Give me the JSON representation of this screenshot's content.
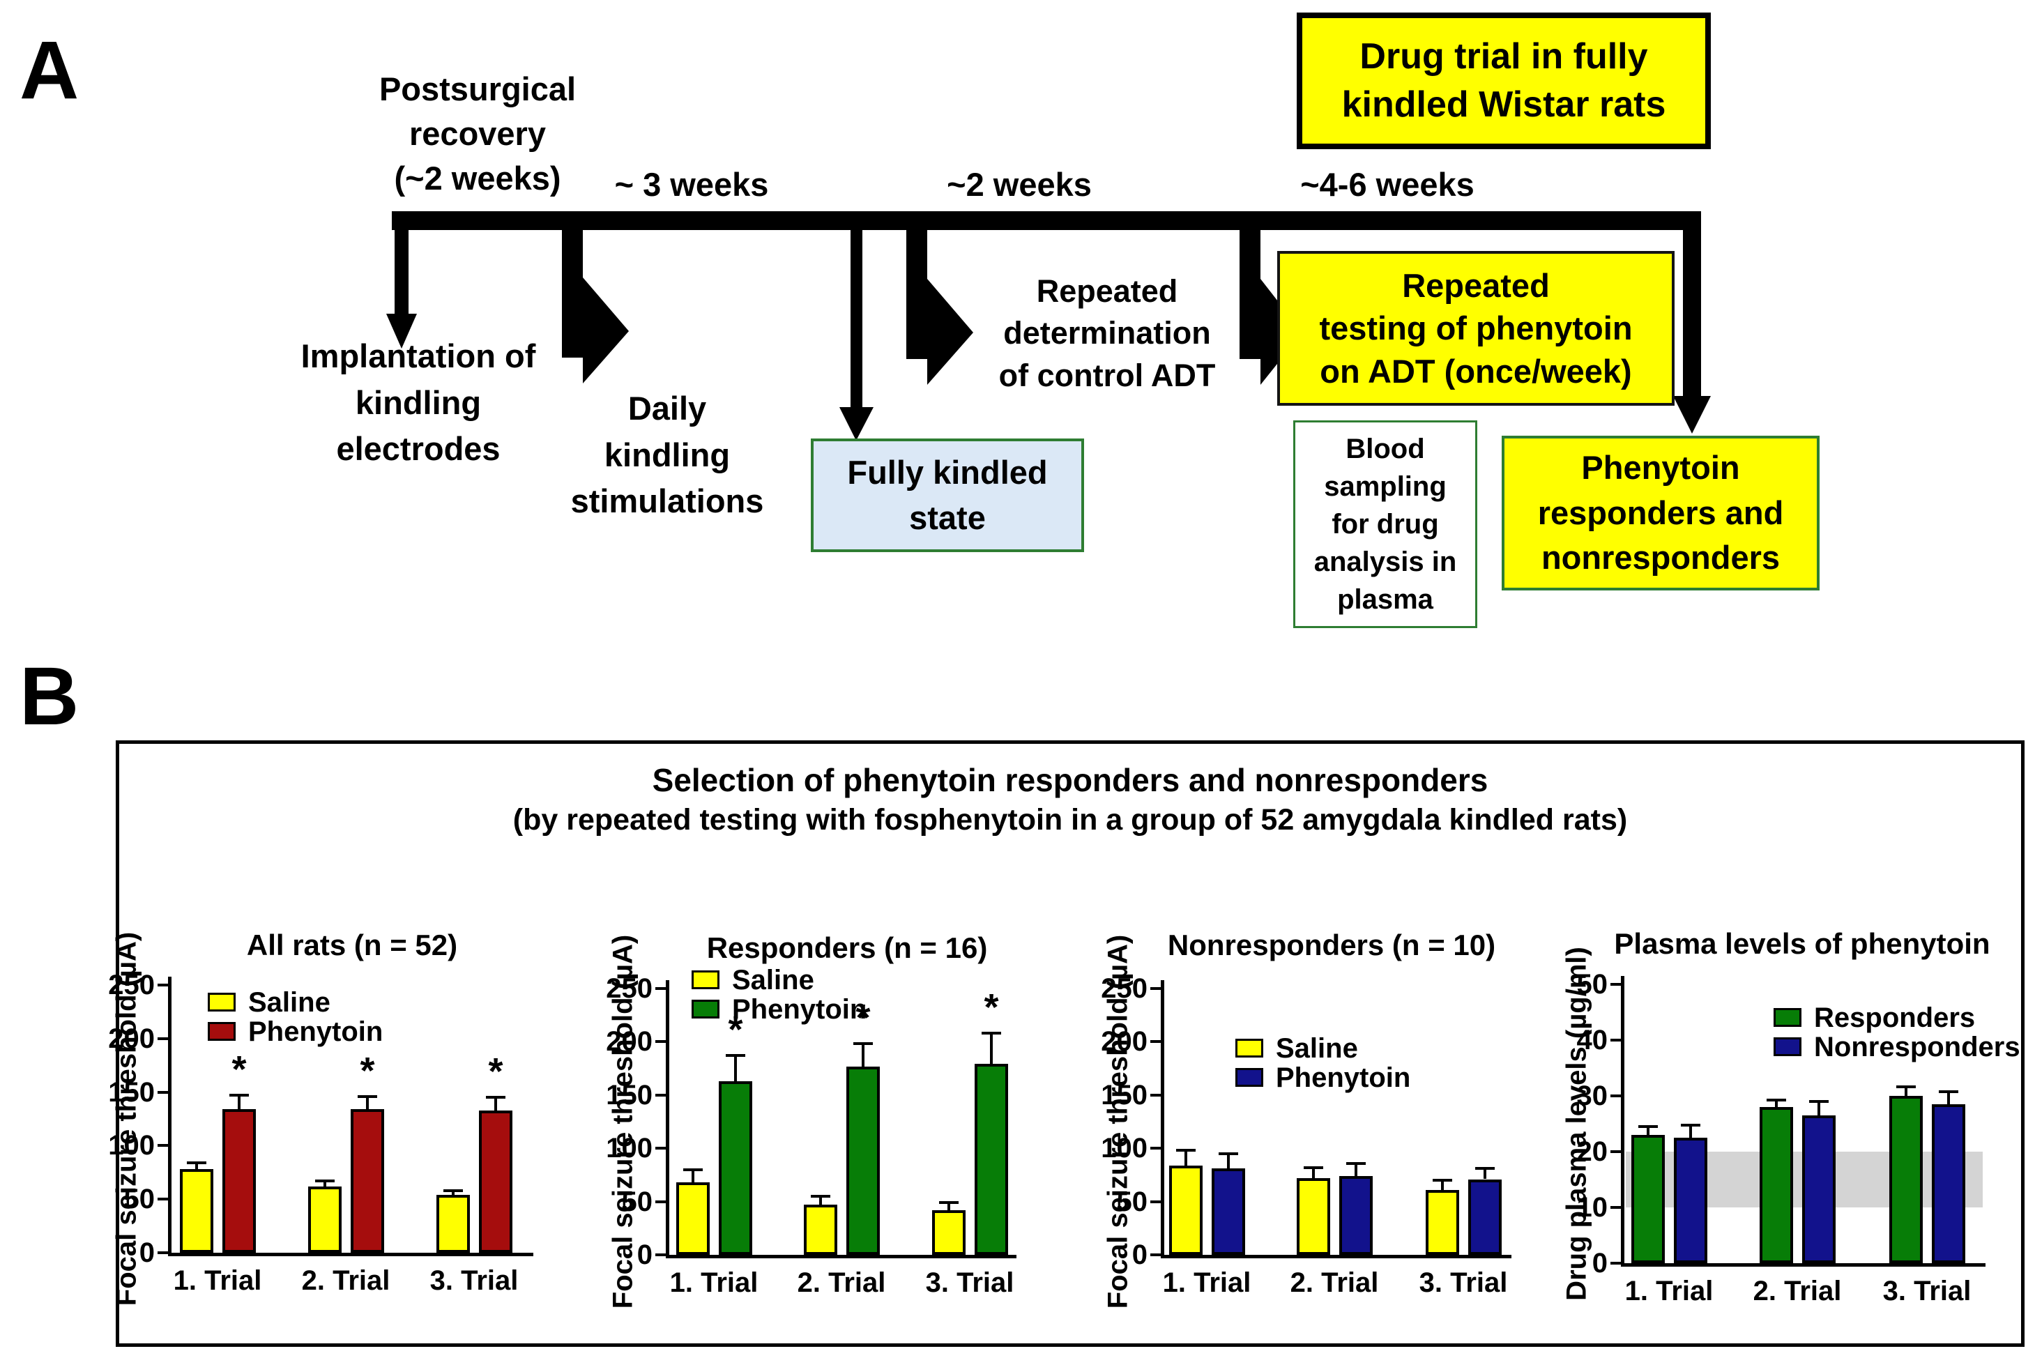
{
  "panel_a": {
    "label": "A",
    "postsurgical": {
      "lines": [
        "Postsurgical",
        "recovery",
        "(~2 weeks)"
      ]
    },
    "durations": [
      "~ 3 weeks",
      "~2 weeks",
      "~4-6 weeks"
    ],
    "title_box": {
      "lines": [
        "Drug trial in fully",
        "kindled Wistar rats"
      ],
      "bg": "#ffff00"
    },
    "implantation": {
      "lines": [
        "Implantation of",
        "kindling",
        "electrodes"
      ]
    },
    "daily": {
      "lines": [
        "Daily",
        "kindling",
        "stimulations"
      ]
    },
    "repeated_adt": {
      "lines": [
        "Repeated",
        "determination",
        "of control ADT"
      ]
    },
    "testing_box": {
      "lines": [
        "Repeated",
        "testing of phenytoin",
        "on ADT (once/week)"
      ],
      "bg": "#ffff00"
    },
    "fully_kindled_box": {
      "lines": [
        "Fully kindled",
        "state"
      ],
      "bg": "#dbe8f6",
      "border": "#2e7d32"
    },
    "blood_box": {
      "lines": [
        "Blood",
        "sampling",
        "for drug",
        "analysis in",
        "plasma"
      ],
      "bg": "#ffffff",
      "border": "#2e7d32"
    },
    "responders_box": {
      "lines": [
        "Phenytoin",
        "responders and",
        "nonresponders"
      ],
      "bg": "#ffff00",
      "border": "#2e7d32"
    }
  },
  "panel_b": {
    "label": "B",
    "title": "Selection of phenytoin responders and nonresponders",
    "subtitle": "(by repeated testing with fosphenytoin in a group of 52 amygdala kindled rats)"
  },
  "colors": {
    "saline_yellow": "#ffff00",
    "phenytoin_dark_red": "#a50d0d",
    "responder_green": "#077d07",
    "nonresponder_navy": "#12128c",
    "fully_kindled_blue": "#dbe8f6",
    "box_border_green": "#2e7d32",
    "therapeutic_band_gray": "#d4d4d4"
  },
  "chart_data": [
    {
      "type": "bar",
      "title": "All rats (n = 52)",
      "ylabel": "Focal seizure threshold (µA)",
      "ylim": [
        0,
        250
      ],
      "yticks": [
        0,
        50,
        100,
        150,
        200,
        250
      ],
      "categories": [
        "1. Trial",
        "2. Trial",
        "3. Trial"
      ],
      "legend_position": "upper-left",
      "series": [
        {
          "name": "Saline",
          "color": "#ffff00",
          "values": [
            78,
            62,
            54
          ],
          "errors": [
            6,
            5,
            4
          ],
          "significance": [
            "",
            "",
            ""
          ]
        },
        {
          "name": "Phenytoin",
          "color": "#a50d0d",
          "values": [
            134,
            134,
            133
          ],
          "errors": [
            13,
            12,
            12
          ],
          "significance": [
            "*",
            "*",
            "*"
          ]
        }
      ]
    },
    {
      "type": "bar",
      "title": "Responders (n = 16)",
      "ylabel": "Focal seizure threshold (µA)",
      "ylim": [
        0,
        250
      ],
      "yticks": [
        0,
        50,
        100,
        150,
        200,
        250
      ],
      "categories": [
        "1. Trial",
        "2. Trial",
        "3. Trial"
      ],
      "legend_position": "upper-left",
      "series": [
        {
          "name": "Saline",
          "color": "#ffff00",
          "values": [
            68,
            47,
            42
          ],
          "errors": [
            12,
            8,
            7
          ],
          "significance": [
            "",
            "",
            ""
          ]
        },
        {
          "name": "Phenytoin",
          "color": "#077d07",
          "values": [
            163,
            177,
            179
          ],
          "errors": [
            24,
            21,
            29
          ],
          "significance": [
            "*",
            "*",
            "*"
          ]
        }
      ]
    },
    {
      "type": "bar",
      "title": "Nonresponders (n = 10)",
      "ylabel": "Focal seizure threshold (µA)",
      "ylim": [
        0,
        250
      ],
      "yticks": [
        0,
        50,
        100,
        150,
        200,
        250
      ],
      "categories": [
        "1. Trial",
        "2. Trial",
        "3. Trial"
      ],
      "legend_position": "middle-left",
      "series": [
        {
          "name": "Saline",
          "color": "#ffff00",
          "values": [
            84,
            72,
            61
          ],
          "errors": [
            14,
            10,
            9
          ],
          "significance": [
            "",
            "",
            ""
          ]
        },
        {
          "name": "Phenytoin",
          "color": "#12128c",
          "values": [
            81,
            74,
            71
          ],
          "errors": [
            14,
            12,
            10
          ],
          "significance": [
            "",
            "",
            ""
          ]
        }
      ]
    },
    {
      "type": "bar",
      "title": "Plasma levels of phenytoin",
      "ylabel": "Drug plasma levels (µg/ml)",
      "ylim": [
        0,
        50
      ],
      "yticks": [
        0,
        10,
        20,
        30,
        40,
        50
      ],
      "categories": [
        "1. Trial",
        "2. Trial",
        "3. Trial"
      ],
      "legend_position": "upper-right",
      "therapeutic_band": [
        10,
        20
      ],
      "band_color": "#d4d4d4",
      "series": [
        {
          "name": "Responders",
          "color": "#077d07",
          "values": [
            23,
            28,
            30
          ],
          "errors": [
            1.5,
            1.3,
            1.6
          ],
          "significance": [
            "",
            "",
            ""
          ]
        },
        {
          "name": "Nonresponders",
          "color": "#12128c",
          "values": [
            22.5,
            26.5,
            28.5
          ],
          "errors": [
            2.3,
            2.5,
            2.2
          ],
          "significance": [
            "",
            "",
            ""
          ]
        }
      ]
    }
  ]
}
